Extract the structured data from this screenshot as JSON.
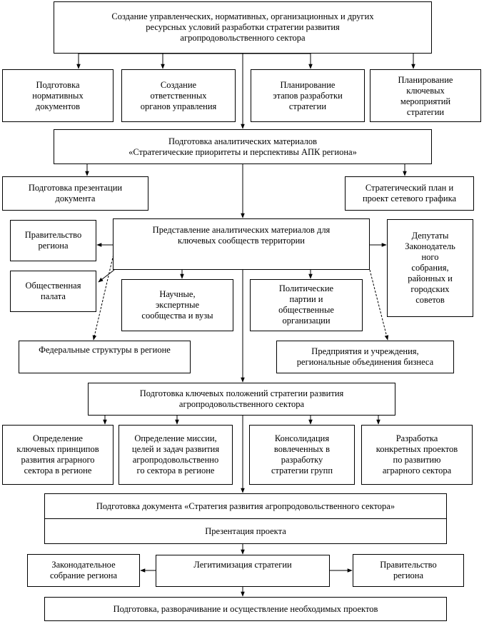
{
  "boxes": {
    "b1": "Создание управленческих, нормативных, организационных и других\nресурсных условий разработки стратегии развития\nагропродовольственного сектора",
    "b2a": "Подготовка\nнормативных\nдокументов",
    "b2b": "Создание\nответственных\nорганов управления",
    "b2c": "Планирование\nэтапов разработки\nстратегии",
    "b2d": "Планирование\nключевых\nмероприятий\nстратегии",
    "b3": "Подготовка аналитических материалов\n«Стратегические приоритеты и перспективы АПК региона»",
    "b4a": "Подготовка презентации\nдокумента",
    "b4b": "Стратегический план и\nпроект сетевого графика",
    "b5": "Представление аналитических материалов для\nключевых сообществ территории",
    "b5l1": "Правительство\nрегиона",
    "b5l2": "Общественная\nпалата",
    "b5r": "Депутаты\nЗаконодатель\nного\nсобрания,\nрайонных и\nгородских\nсоветов",
    "b6a": "Научные,\nэкспертные\nсообщества и вузы",
    "b6b": "Политические\nпартии и\nобщественные\nорганизации",
    "b7a": "Федеральные структуры в регионе",
    "b7b": "Предприятия и учреждения,\nрегиональные объединения бизнеса",
    "b8": "Подготовка ключевых положений стратегии развития\nагропродовольственного сектора",
    "b9a": "Определение\nключевых принципов\nразвития аграрного\nсектора в регионе",
    "b9b": "Определение миссии,\nцелей и задач развития\nагропродовольственно\nго сектора в регионе",
    "b9c": "Консолидация\nвовлеченных в\nразработку\nстратегии групп",
    "b9d": "Разработка\nконкретных проектов\nпо развитию\nаграрного сектора",
    "b10": "Подготовка документа «Стратегия развития агропродовольственного сектора»",
    "b11": "Презентация проекта",
    "b12l": "Законодательное\nсобрание региона",
    "b12": "Легитимизация стратегии",
    "b12r": "Правительство\nрегиона",
    "b13": "Подготовка, разворачивание и осуществление необходимых проектов"
  }
}
